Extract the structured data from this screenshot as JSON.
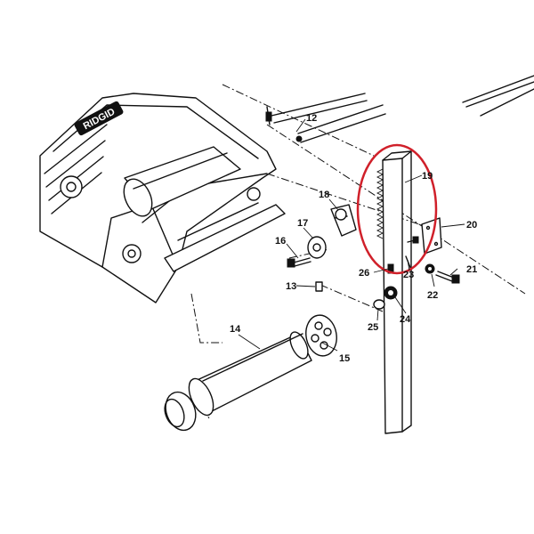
{
  "diagram": {
    "logo_text": "RIDGID",
    "highlight_color": "#d0202a",
    "callouts": {
      "c12": "12",
      "c13": "13",
      "c14": "14",
      "c15": "15",
      "c16": "16",
      "c17": "17",
      "c18": "18",
      "c19": "19",
      "c20": "20",
      "c21": "21",
      "c22": "22",
      "c23": "23",
      "c24": "24",
      "c25": "25",
      "c26": "26"
    }
  }
}
